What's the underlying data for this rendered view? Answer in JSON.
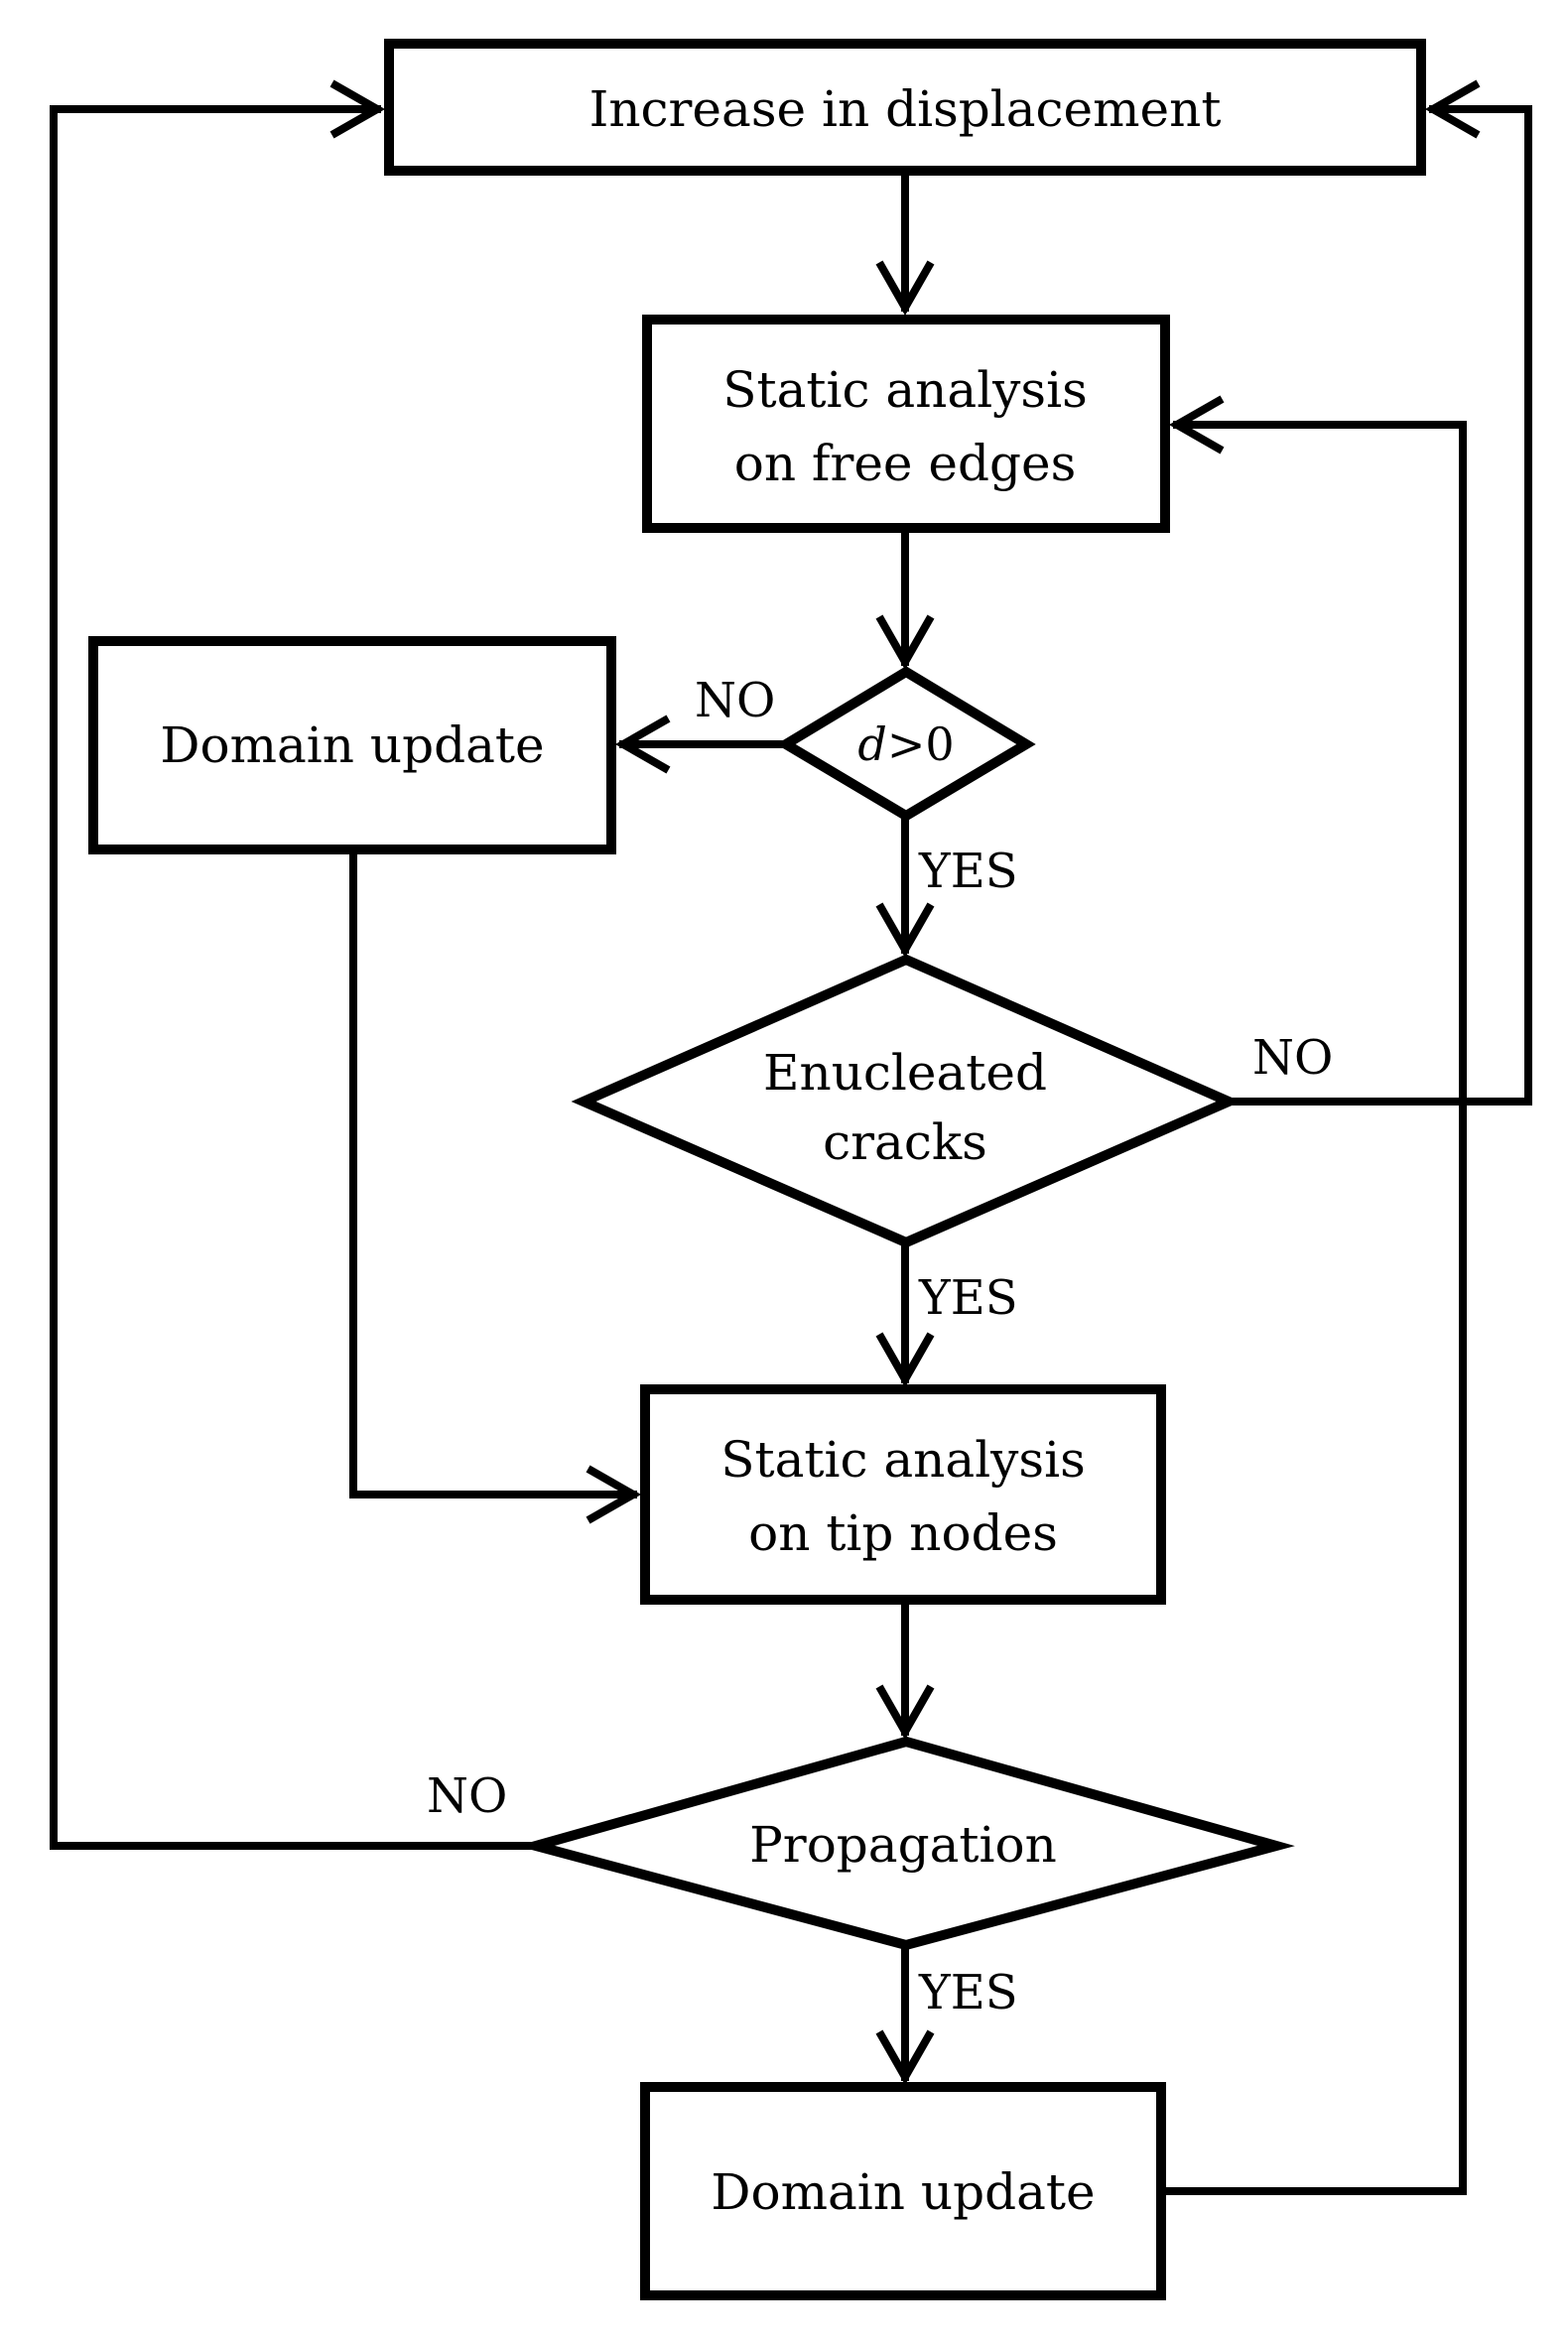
{
  "nodes": {
    "increase_displacement": {
      "label": "Increase in displacement"
    },
    "static_free_edges": {
      "line1": "Static analysis",
      "line2": "on free edges"
    },
    "condition_d": {
      "var": "d",
      "rest": ">0"
    },
    "domain_update_left": {
      "label": "Domain update"
    },
    "enucleated_cracks": {
      "line1": "Enucleated",
      "line2": "cracks"
    },
    "static_tip_nodes": {
      "line1": "Static analysis",
      "line2": "on tip nodes"
    },
    "propagation": {
      "label": "Propagation"
    },
    "domain_update_bottom": {
      "label": "Domain update"
    }
  },
  "edge_labels": {
    "d_no": "NO",
    "d_yes": "YES",
    "enucleated_no": "NO",
    "enucleated_yes": "YES",
    "propagation_no": "NO",
    "propagation_yes": "YES"
  }
}
